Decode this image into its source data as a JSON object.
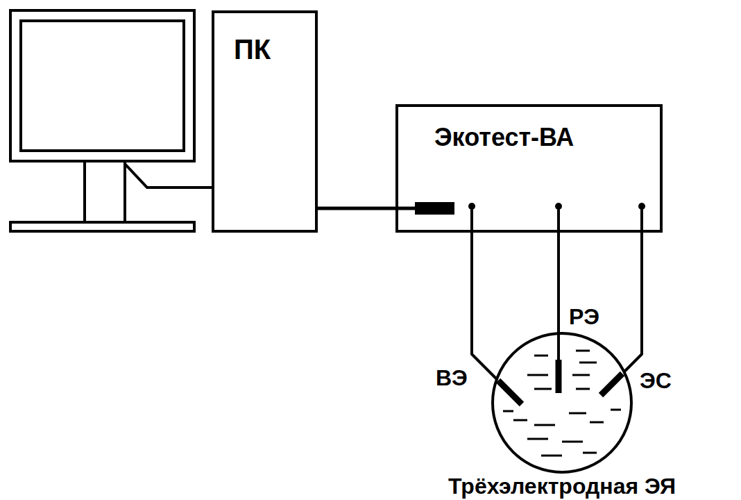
{
  "diagram": {
    "nodes": [
      {
        "text": [
          "ПК"
        ]
      },
      {
        "text": [
          "Экотест-ВА"
        ]
      },
      {
        "text": [
          "Трёхэлектродная ЭЯ"
        ]
      }
    ],
    "edges": [
      {
        "from": 0,
        "to": 1,
        "arrow": "none"
      },
      {
        "from": 1,
        "to": 2,
        "arrow": "none"
      },
      {
        "from": 1,
        "to": 2,
        "arrow": "none"
      },
      {
        "from": 1,
        "to": 2,
        "arrow": "none"
      }
    ],
    "labels": [
      "ВЭ",
      "РЭ",
      "ЭС"
    ]
  }
}
